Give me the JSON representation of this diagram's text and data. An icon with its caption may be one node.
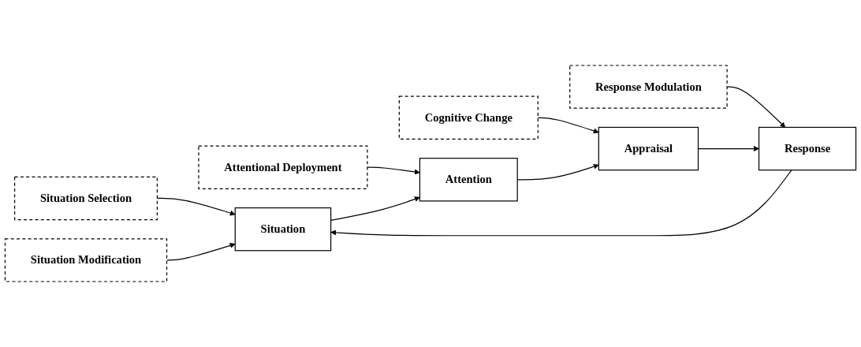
{
  "diagram": {
    "nodes": [
      {
        "text": [
          "Situation Selection"
        ]
      },
      {
        "text": [
          "Situation Modification"
        ]
      },
      {
        "text": [
          "Attentional Deployment"
        ]
      },
      {
        "text": [
          "Cognitive Change"
        ]
      },
      {
        "text": [
          "Response Modulation"
        ]
      },
      {
        "text": [
          "Situation"
        ]
      },
      {
        "text": [
          "Attention"
        ]
      },
      {
        "text": [
          "Appraisal"
        ]
      },
      {
        "text": [
          "Response"
        ]
      }
    ],
    "edges": [
      {
        "from": 0,
        "to": 5,
        "arrow": "to"
      },
      {
        "from": 1,
        "to": 5,
        "arrow": "to"
      },
      {
        "from": 2,
        "to": 6,
        "arrow": "to"
      },
      {
        "from": 3,
        "to": 7,
        "arrow": "to"
      },
      {
        "from": 4,
        "to": 8,
        "arrow": "to"
      },
      {
        "from": 5,
        "to": 6,
        "arrow": "to"
      },
      {
        "from": 6,
        "to": 7,
        "arrow": "to"
      },
      {
        "from": 7,
        "to": 8,
        "arrow": "to"
      },
      {
        "from": 8,
        "to": 5,
        "arrow": "to"
      }
    ]
  }
}
